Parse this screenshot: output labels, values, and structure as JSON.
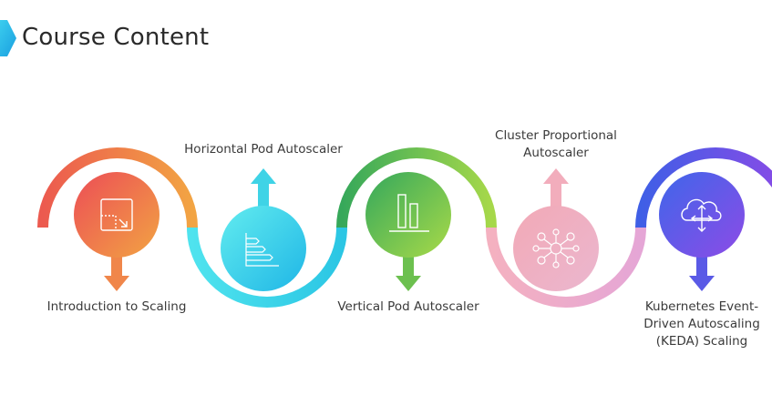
{
  "header": {
    "title": "Course Content"
  },
  "colors": {
    "accent": "#1ab0e8",
    "stage1": "#ec5a4f",
    "stage1_end": "#f2a443",
    "stage2": "#3fd6e8",
    "stage3": "#3aab5a",
    "stage3_end": "#a6d84a",
    "stage4": "#f0a3b4",
    "stage5": "#4a63e8",
    "stage5_end": "#8a4ce6"
  },
  "steps": [
    {
      "label": "Introduction to Scaling",
      "icon": "resize-icon"
    },
    {
      "label": "Horizontal Pod Autoscaler",
      "icon": "horizontal-bars-icon"
    },
    {
      "label": "Vertical Pod Autoscaler",
      "icon": "vertical-bars-icon"
    },
    {
      "label": "Cluster Proportional Autoscaler",
      "icon": "cluster-network-icon"
    },
    {
      "label": "Kubernetes Event-Driven Autoscaling (KEDA) Scaling",
      "icon": "cloud-scaling-icon"
    }
  ]
}
